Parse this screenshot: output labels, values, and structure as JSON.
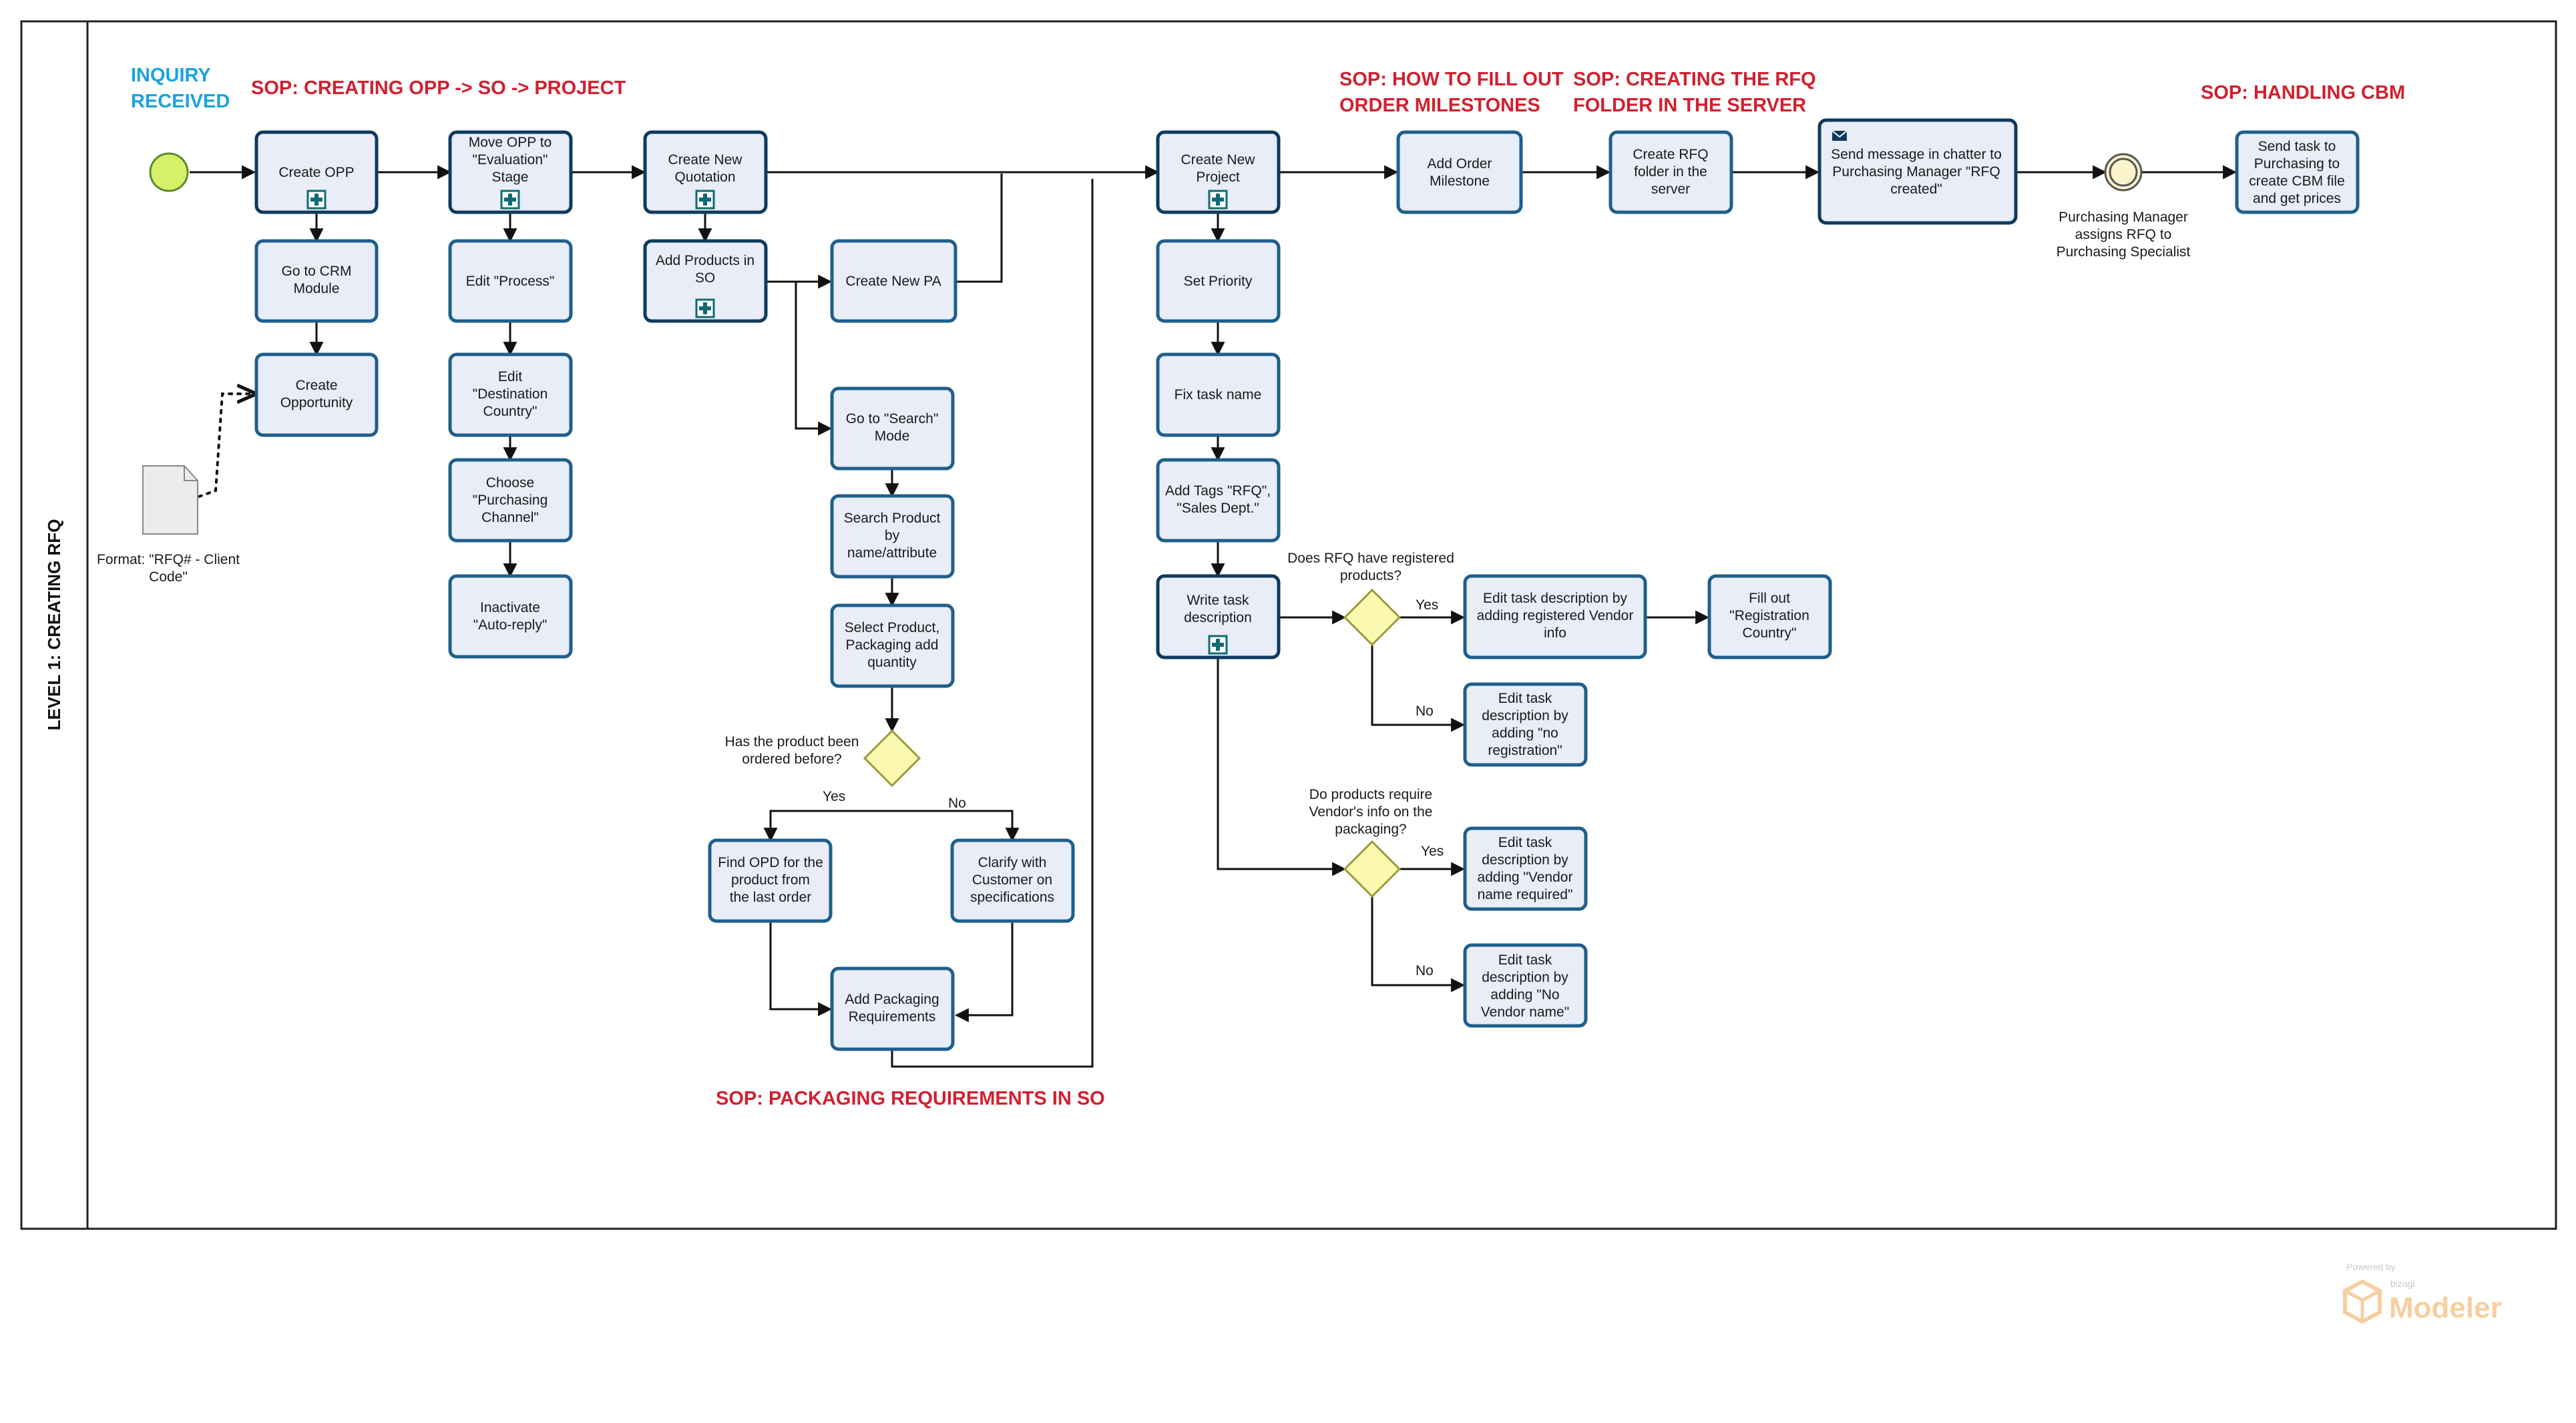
{
  "lane_title": "LEVEL 1: CREATING RFQ",
  "headings": {
    "inquiry": [
      "INQUIRY",
      "RECEIVED"
    ],
    "sop_opp": "SOP: CREATING OPP -> SO -> PROJECT",
    "sop_milestones": [
      "SOP: HOW TO FILL OUT",
      "ORDER MILESTONES"
    ],
    "sop_rfq_folder": [
      "SOP: CREATING THE RFQ",
      "FOLDER IN THE SERVER"
    ],
    "sop_cbm": "SOP: HANDLING CBM",
    "sop_packaging": "SOP: PACKAGING REQUIREMENTS IN SO"
  },
  "tasks": {
    "create_opp": [
      "Create OPP"
    ],
    "go_crm": [
      "Go to CRM",
      "Module"
    ],
    "create_opportunity": [
      "Create",
      "Opportunity"
    ],
    "move_opp": [
      "Move OPP to",
      "\"Evaluation\"",
      "Stage"
    ],
    "edit_process": [
      "Edit \"Process\""
    ],
    "edit_destination": [
      "Edit",
      "\"Destination",
      "Country\""
    ],
    "choose_channel": [
      "Choose",
      "\"Purchasing",
      "Channel\""
    ],
    "inactivate": [
      "Inactivate",
      "\"Auto-reply\""
    ],
    "create_quotation": [
      "Create New",
      "Quotation"
    ],
    "add_products": [
      "Add Products in",
      "SO"
    ],
    "create_pa": [
      "Create New PA"
    ],
    "search_mode": [
      "Go to \"Search\"",
      "Mode"
    ],
    "search_product": [
      "Search Product",
      "by",
      "name/attribute"
    ],
    "select_product": [
      "Select Product,",
      "Packaging add",
      "quantity"
    ],
    "find_opd": [
      "Find OPD for the",
      "product from",
      "the last order"
    ],
    "clarify": [
      "Clarify with",
      "Customer on",
      "specifications"
    ],
    "add_packaging": [
      "Add Packaging",
      "Requirements"
    ],
    "create_project": [
      "Create New",
      "Project"
    ],
    "set_priority": [
      "Set Priority"
    ],
    "fix_task_name": [
      "Fix task name"
    ],
    "add_tags": [
      "Add Tags \"RFQ\",",
      "\"Sales Dept.\""
    ],
    "write_task": [
      "Write task",
      "description"
    ],
    "edit_registered": [
      "Edit task description by",
      "adding registered Vendor",
      "info"
    ],
    "fill_country": [
      "Fill out",
      "\"Registration",
      "Country\""
    ],
    "edit_no_registration": [
      "Edit task",
      "description by",
      "adding \"no",
      "registration\""
    ],
    "edit_vendor_required": [
      "Edit task",
      "description by",
      "adding \"Vendor",
      "name required\""
    ],
    "edit_no_vendor": [
      "Edit task",
      "description by",
      "adding \"No",
      "Vendor name\""
    ],
    "add_milestone": [
      "Add Order",
      "Milestone"
    ],
    "create_rfq_folder": [
      "Create RFQ",
      "folder in the",
      "server"
    ],
    "send_message": [
      "Send message in chatter to",
      "Purchasing Manager \"RFQ",
      "created\""
    ],
    "send_cbm": [
      "Send task to",
      "Purchasing to",
      "create CBM file",
      "and get prices"
    ]
  },
  "gateways": {
    "ordered_before": [
      "Has the product been",
      "ordered before?"
    ],
    "registered_products": [
      "Does RFQ have registered",
      "products?"
    ],
    "vendor_info": [
      "Do products require",
      "Vendor's info on the",
      "packaging?"
    ]
  },
  "flow_labels": {
    "yes": "Yes",
    "no": "No"
  },
  "annotations": {
    "doc_format": [
      "Format: \"RFQ# - Client",
      "Code\""
    ],
    "intermediate_event": [
      "Purchasing Manager",
      "assigns RFQ to",
      "Purchasing Specialist"
    ]
  },
  "brand": {
    "powered_by": "Powered by",
    "vendor": "bizagi",
    "product": "Modeler"
  },
  "colors": {
    "task_fill": "#e8edf8",
    "task_stroke": "#1f5f8b",
    "sop_red": "#d2202f",
    "inquiry_blue": "#1aa3dd",
    "start_event": "#d6f06a",
    "gateway_fill": "#fbf8b0"
  }
}
